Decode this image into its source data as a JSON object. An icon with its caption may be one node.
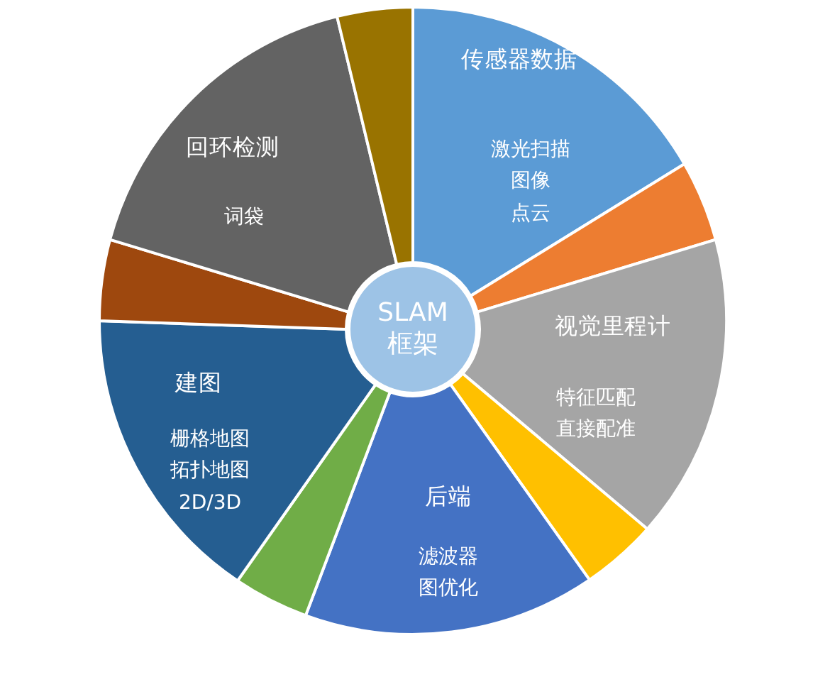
{
  "diagram": {
    "nodes": [
      {
        "text": [
          "SLAM 框架"
        ]
      },
      {
        "text": [
          "传感器数据",
          "激光扫描",
          "图像",
          "点云"
        ]
      },
      {
        "text": [],
        "shape": "sector"
      },
      {
        "text": [
          "视觉里程计",
          "特征匹配",
          "直接配准"
        ]
      },
      {
        "text": [],
        "shape": "sector"
      },
      {
        "text": [
          "后端",
          "滤波器",
          "图优化"
        ]
      },
      {
        "text": [],
        "shape": "sector"
      },
      {
        "text": [
          "建图",
          "栅格地图",
          "拓扑地图",
          "2D/3D"
        ]
      },
      {
        "text": [],
        "shape": "sector"
      },
      {
        "text": [
          "回环检测",
          "词袋"
        ]
      },
      {
        "text": [],
        "shape": "sector"
      }
    ]
  }
}
